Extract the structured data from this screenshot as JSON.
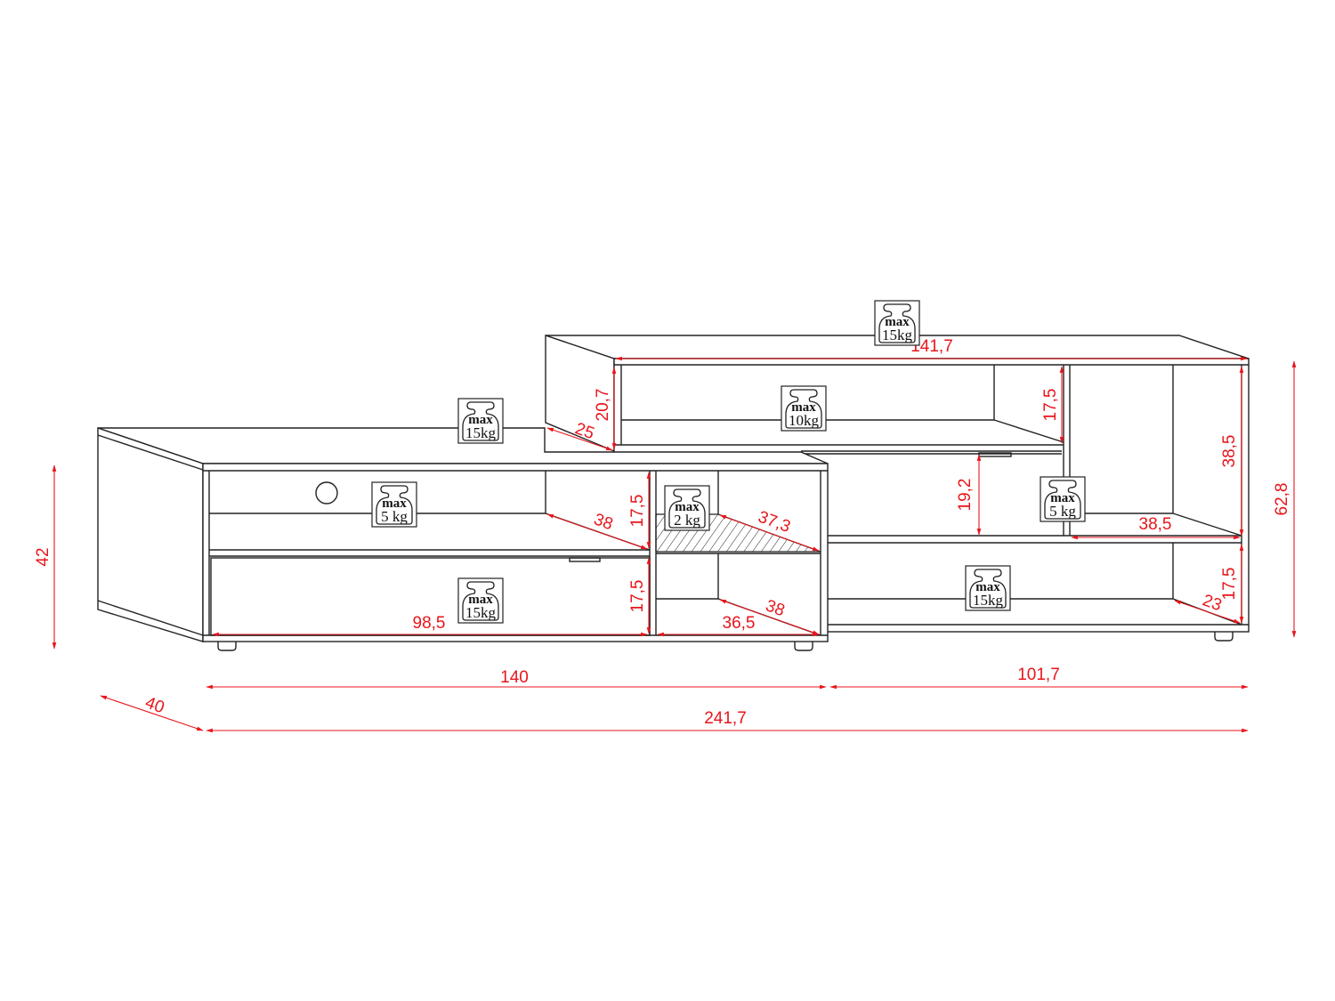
{
  "title": "TV stand dimension drawing",
  "colors": {
    "dimension": "#e8151b",
    "line": "#222222"
  },
  "dimensions": {
    "total_width": "241,7",
    "lower_width": "140",
    "upper_extension_width": "101,7",
    "depth": "40",
    "lower_height": "42",
    "total_height": "62,8",
    "upper_width": "141,7",
    "upper_height": "20,7",
    "upper_depth": "25",
    "upper_shelf_height": "17,5",
    "right_column_height": "38,5",
    "right_shelf_width": "38,5",
    "door_height": "19,2",
    "bottom_right_height": "17,5",
    "bottom_right_depth": "23",
    "left_shelf_height": "17,5",
    "left_shelf_depth": "38",
    "drawer_height": "17,5",
    "drawer_width": "98,5",
    "glass_shelf_depth": "37,3",
    "right_compartment_width": "36,5",
    "right_compartment_depth": "38"
  },
  "load_labels": [
    {
      "max": "max",
      "load": "15kg"
    },
    {
      "max": "max",
      "load": "15kg"
    },
    {
      "max": "max",
      "load": "10kg"
    },
    {
      "max": "max",
      "load": "5 kg"
    },
    {
      "max": "max",
      "load": "2 kg"
    },
    {
      "max": "max",
      "load": "15kg"
    },
    {
      "max": "max",
      "load": "5 kg"
    },
    {
      "max": "max",
      "load": "15kg"
    }
  ]
}
